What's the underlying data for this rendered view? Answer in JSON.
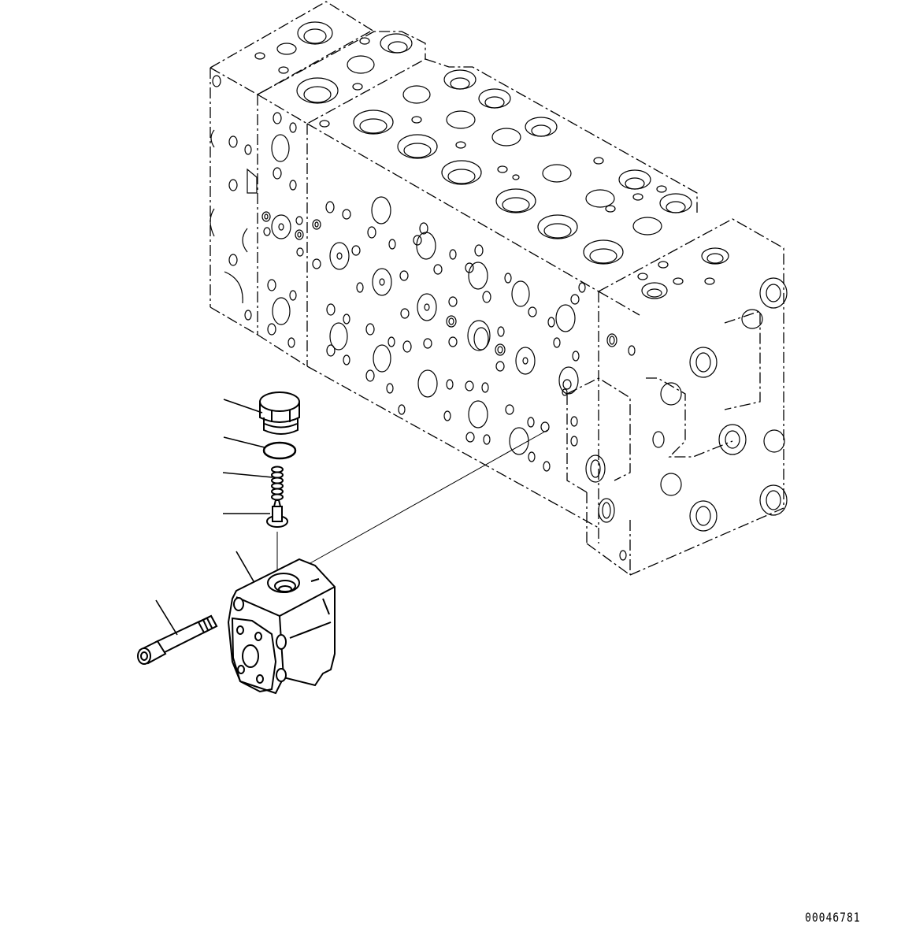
{
  "diagram": {
    "type": "exploded isometric parts drawing",
    "subject": "control valve assembly (phantom) with exploded relief valve components",
    "drawing_number": "00046781",
    "colors": {
      "line": "#000000",
      "background": "#ffffff"
    },
    "components": [
      {
        "id": "main-valve-body",
        "label": "Main control valve (phantom outline)",
        "line_style": "dash-dot"
      },
      {
        "id": "plug",
        "label": "Plug",
        "leader": true
      },
      {
        "id": "o-ring",
        "label": "O-ring",
        "leader": true
      },
      {
        "id": "spring",
        "label": "Spring",
        "leader": true
      },
      {
        "id": "poppet",
        "label": "Valve / poppet",
        "leader": true
      },
      {
        "id": "valve-block",
        "label": "Valve block",
        "leader": true
      },
      {
        "id": "bolt",
        "label": "Socket head bolt",
        "leader": true
      }
    ]
  }
}
